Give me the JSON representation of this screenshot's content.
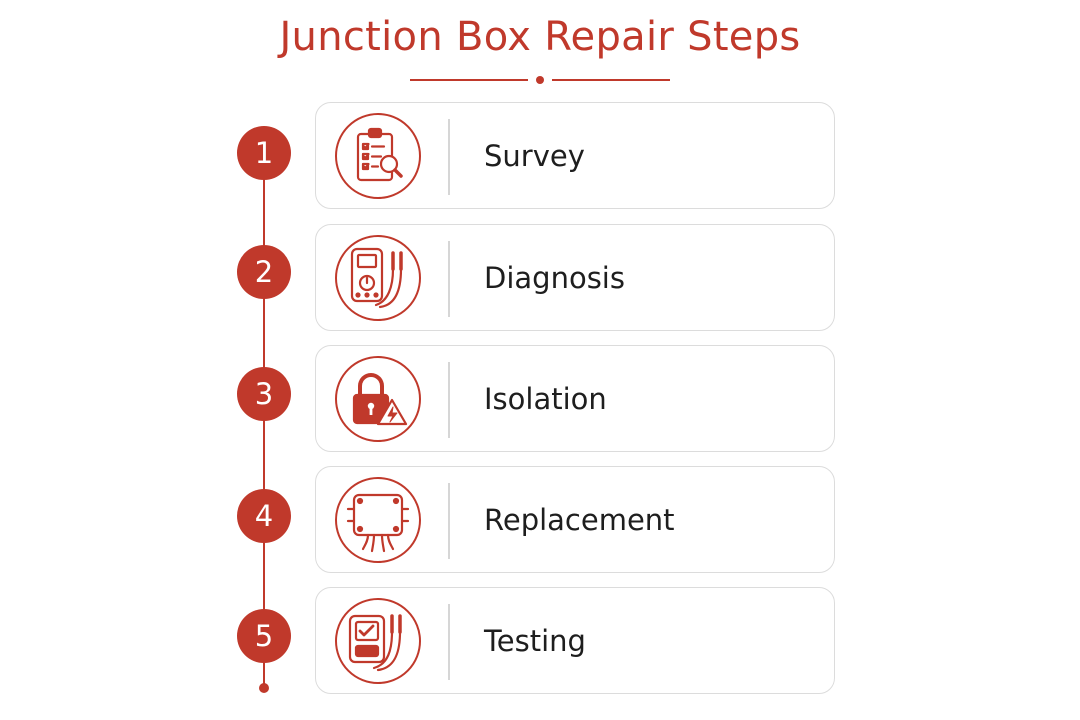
{
  "title": "Junction Box Repair Steps",
  "accent_color": "#c0392b",
  "steps": [
    {
      "number": "1",
      "label": "Survey",
      "icon": "clipboard-magnifier-icon"
    },
    {
      "number": "2",
      "label": "Diagnosis",
      "icon": "multimeter-icon"
    },
    {
      "number": "3",
      "label": "Isolation",
      "icon": "padlock-warning-icon"
    },
    {
      "number": "4",
      "label": "Replacement",
      "icon": "junction-box-icon"
    },
    {
      "number": "5",
      "label": "Testing",
      "icon": "tester-checkmark-icon"
    }
  ]
}
